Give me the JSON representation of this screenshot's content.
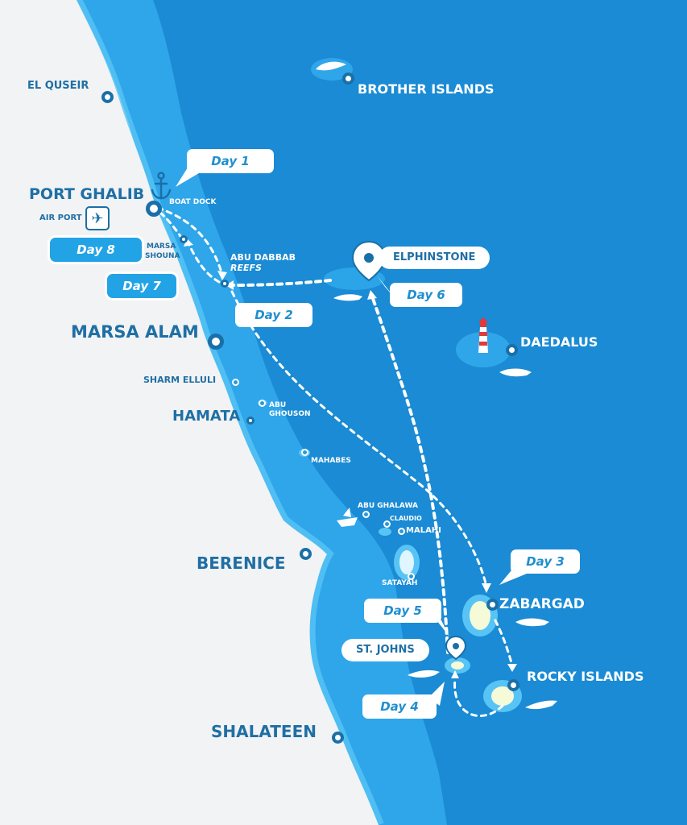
{
  "title": "",
  "coast_places": {
    "el_quseir": "EL QUSEIR",
    "port_ghalib": "PORT GHALIB",
    "air_port": "AIR PORT",
    "boat_dock": "BOAT DOCK",
    "marsa_shouna_1": "MARSA",
    "marsa_shouna_2": "SHOUNA",
    "marsa_alam": "MARSA ALAM",
    "sharm_elluli": "SHARM ELLULI",
    "hamata": "HAMATA",
    "berenice": "BERENICE",
    "shalateen": "SHALATEEN"
  },
  "sea_places": {
    "brother_islands": "BROTHER ISLANDS",
    "abu_dabbab_1": "ABU DABBAB",
    "abu_dabbab_2": "REEFS",
    "elphinstone": "ELPHINSTONE",
    "daedalus": "DAEDALUS",
    "abu_ghouson_1": "ABU",
    "abu_ghouson_2": "GHOUSON",
    "mahabes": "MAHABES",
    "abu_ghalawa": "ABU GHALAWA",
    "claudio": "CLAUDIO",
    "malahi": "MALAHI",
    "satayah": "SATAYAH",
    "zabargad": "ZABARGAD",
    "st_johns": "ST. JOHNS",
    "rocky_islands": "ROCKY ISLANDS"
  },
  "days": {
    "day1": "Day 1",
    "day2": "Day 2",
    "day3": "Day 3",
    "day4": "Day 4",
    "day5": "Day 5",
    "day6": "Day 6",
    "day7": "Day 7",
    "day8": "Day 8"
  },
  "icons": [
    "anchor-icon",
    "airport-icon",
    "map-pin-icon",
    "lighthouse-icon",
    "shark-icon",
    "shipwreck-icon"
  ],
  "colors": {
    "land": "#f2f3f4",
    "deep_sea": "#1a8bd4",
    "shallow": "#2fa6ea",
    "coast_glow": "#58c4f5",
    "label_dark": "#1f6fa5",
    "route": "#ffffff"
  }
}
